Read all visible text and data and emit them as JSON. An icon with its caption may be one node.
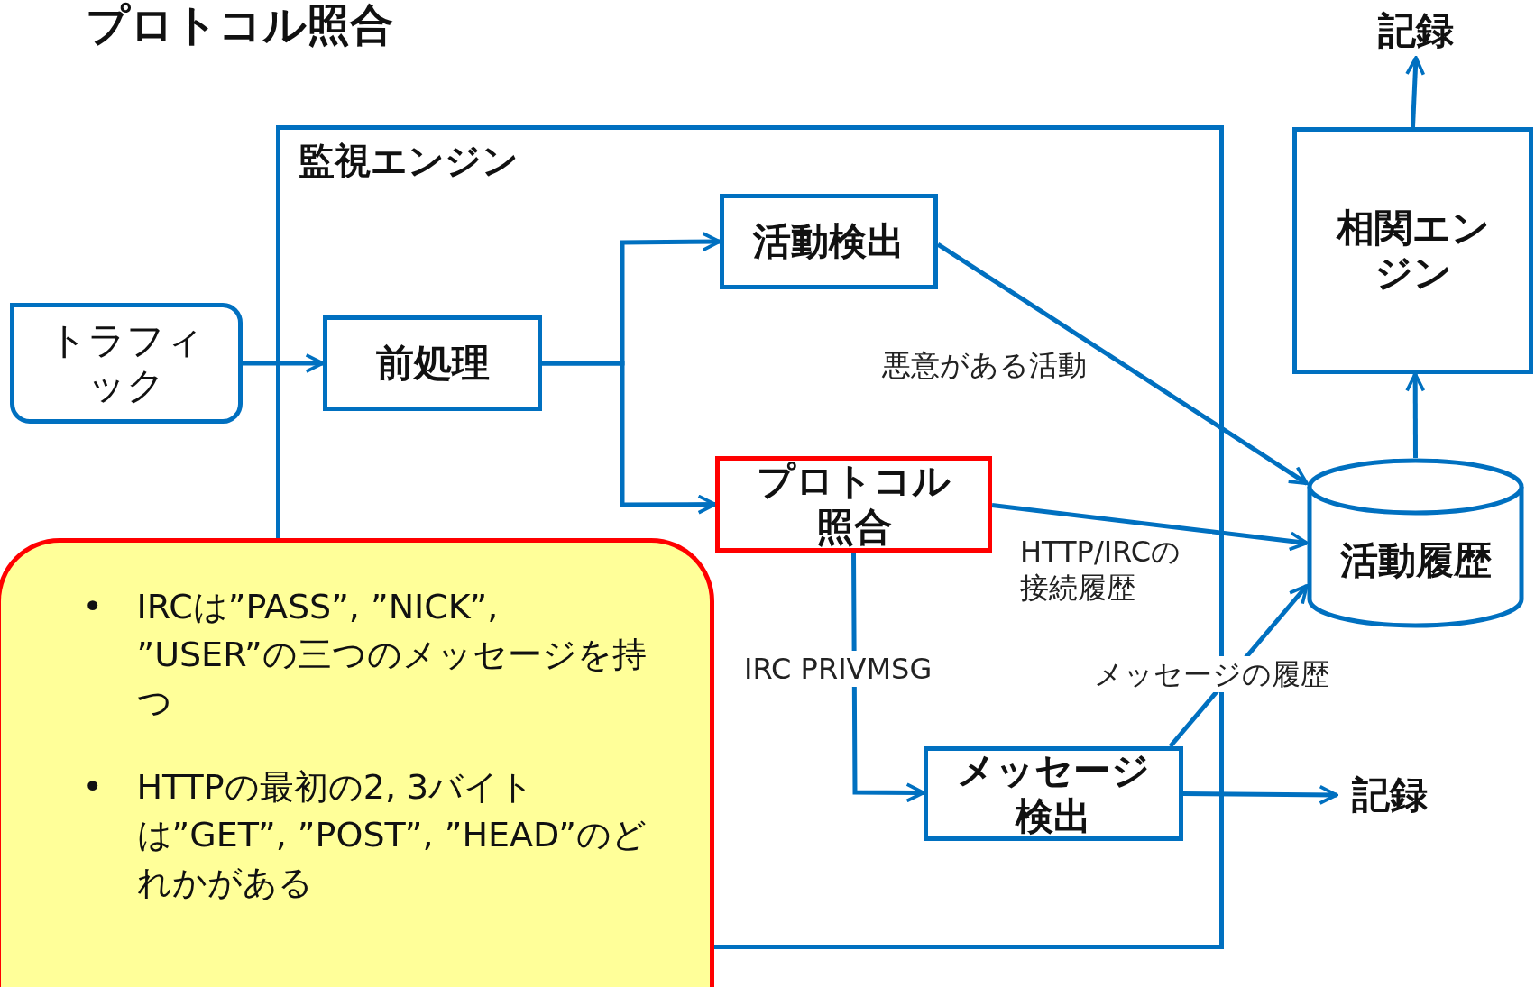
{
  "diagram": {
    "title": "プロトコル照合",
    "nodes": [
      {
        "text": [
          "監視エンジン"
        ]
      },
      {
        "text": [
          "トラフィック"
        ]
      },
      {
        "text": [
          "前処理"
        ],
        "in": 0
      },
      {
        "text": [
          "活動検出"
        ],
        "in": 0
      },
      {
        "text": [
          "プロトコル照合"
        ],
        "in": 0
      },
      {
        "text": [
          "メッセージ検出"
        ],
        "in": 0
      },
      {
        "text": [
          "活動履歴"
        ]
      },
      {
        "text": [
          "相関エンジン"
        ]
      },
      {
        "text": [
          "記録"
        ]
      },
      {
        "text": [
          "記録"
        ]
      },
      {
        "text": [
          "IRCは”PASS”, ”NICK”, ”USER”の三つのメッセージを持つ",
          "HTTPの最初の2, 3バイトは”GET”, ”POST”, ”HEAD”のどれかがある"
        ]
      }
    ],
    "edges": [
      {
        "from": 1,
        "to": 2,
        "arrow": "to"
      },
      {
        "from": 2,
        "to": 3,
        "arrow": "to"
      },
      {
        "from": 2,
        "to": 4,
        "arrow": "to"
      },
      {
        "from": 3,
        "to": 6,
        "arrow": "to",
        "label": "悪意がある活動"
      },
      {
        "from": 4,
        "to": 6,
        "arrow": "to",
        "label": "HTTP/IRCの接続履歴"
      },
      {
        "from": 4,
        "to": 5,
        "arrow": "to",
        "label": "IRC PRIVMSG"
      },
      {
        "from": 5,
        "to": 6,
        "arrow": "to",
        "label": "メッセージの履歴"
      },
      {
        "from": 5,
        "to": 9,
        "arrow": "to"
      },
      {
        "from": 6,
        "to": 7,
        "arrow": "to"
      },
      {
        "from": 7,
        "to": 8,
        "arrow": "to"
      }
    ],
    "labels": [
      "•",
      "•"
    ]
  }
}
